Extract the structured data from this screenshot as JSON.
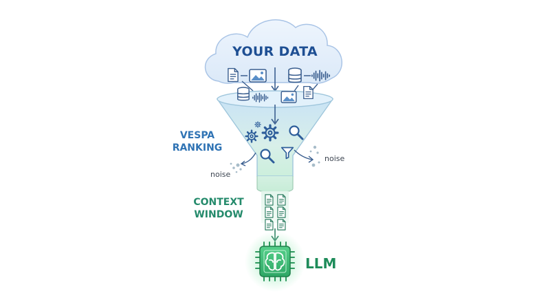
{
  "labels": {
    "your_data": "YOUR DATA",
    "vespa_ranking": [
      "VESPA",
      "RANKING"
    ],
    "context_window": [
      "CONTEXT",
      "WINDOW"
    ],
    "llm": "LLM",
    "noise_left": "noise",
    "noise_right": "noise"
  },
  "icons": {
    "cloud_items": [
      "document-icon",
      "image-icon",
      "database-icon",
      "audio-wave-icon"
    ],
    "funnel_top_items": [
      "database-icon",
      "audio-wave-icon",
      "image-icon",
      "document-icon"
    ],
    "ranking_tools": [
      "gear-icon",
      "magnifier-icon",
      "filter-icon"
    ],
    "context_documents": 6,
    "llm_chip": "brain-chip-icon"
  },
  "colors": {
    "cloud_fill": "#e6f0fb",
    "cloud_stroke": "#9fbde2",
    "funnel_top": "#cfe6f6",
    "funnel_bottom": "#dff4ea",
    "title_blue": "#1e4f93",
    "ranking_blue": "#2f73b4",
    "context_green": "#248a6b",
    "llm_green": "#1e8c5a",
    "chip_green": "#3bbf73"
  }
}
